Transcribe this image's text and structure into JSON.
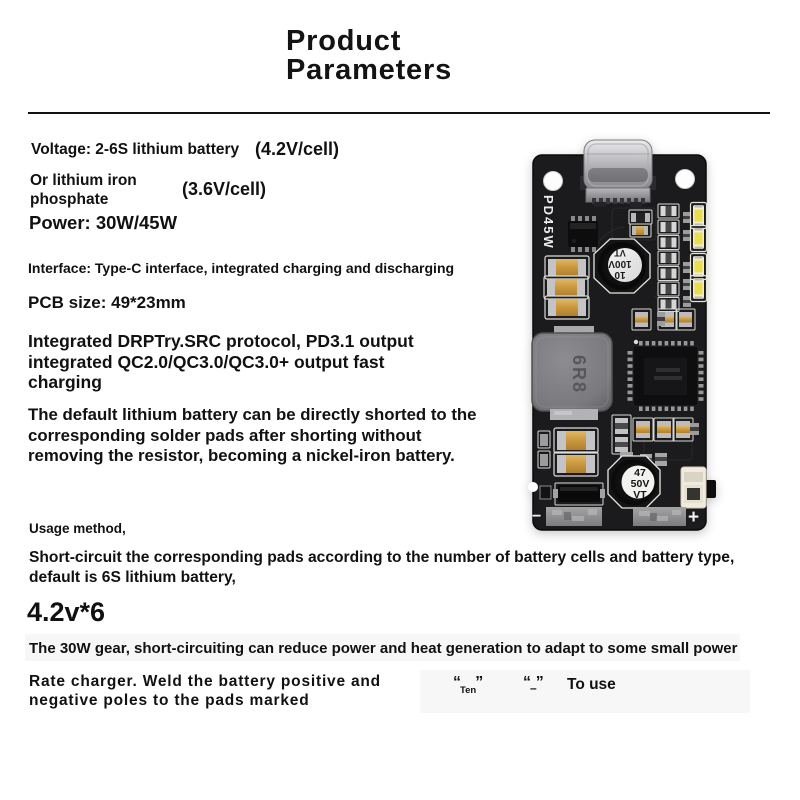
{
  "title": "Product\nParameters",
  "specs": {
    "voltage_label": "Voltage: 2-6S lithium battery",
    "voltage_value": "(4.2V/cell)",
    "chemistry_label": "Or lithium iron\nphosphate",
    "chemistry_value": "(3.6V/cell)",
    "power": "Power: 30W/45W",
    "interface": "Interface: Type-C interface, integrated charging and discharging",
    "pcb_size": "PCB size: 49*23mm",
    "protocol": "Integrated DRPTry.SRC protocol, PD3.1 output\nintegrated QC2.0/QC3.0/QC3.0+ output fast\ncharging",
    "default_note": "The default lithium battery can be directly shorted to the\ncorresponding solder pads after shorting without\nremoving the resistor, becoming a nickel-iron battery."
  },
  "usage": {
    "heading": "Usage method,",
    "instruction": "Short-circuit the corresponding pads according to the number of battery cells and battery type,\ndefault is 6S lithium battery,",
    "formula": "4.2v*6",
    "gear_note": "The 30W gear, short-circuiting can reduce power and heat generation to adapt to some small power",
    "weld_note": "Rate charger. Weld the battery positive and\nnegative poles to the pads marked",
    "quote_open": "“",
    "quote_close": "”",
    "plus_pad_label": "Ten",
    "minus_pad_label": "–",
    "to_use": "To use"
  },
  "pcb": {
    "model": "PD45W",
    "inductor_marking": "6R8",
    "cap_top_line1": "10",
    "cap_top_line2": "100V",
    "cap_top_line3": "VT",
    "cap_bottom_line1": "47",
    "cap_bottom_line2": "50V",
    "cap_bottom_line3": "VT",
    "minus_pad": "−",
    "plus_pad": "+",
    "board_color": "#1b1b1d",
    "led_color": "#e9dd4e",
    "mlcc_color": "#cf9f4a"
  }
}
